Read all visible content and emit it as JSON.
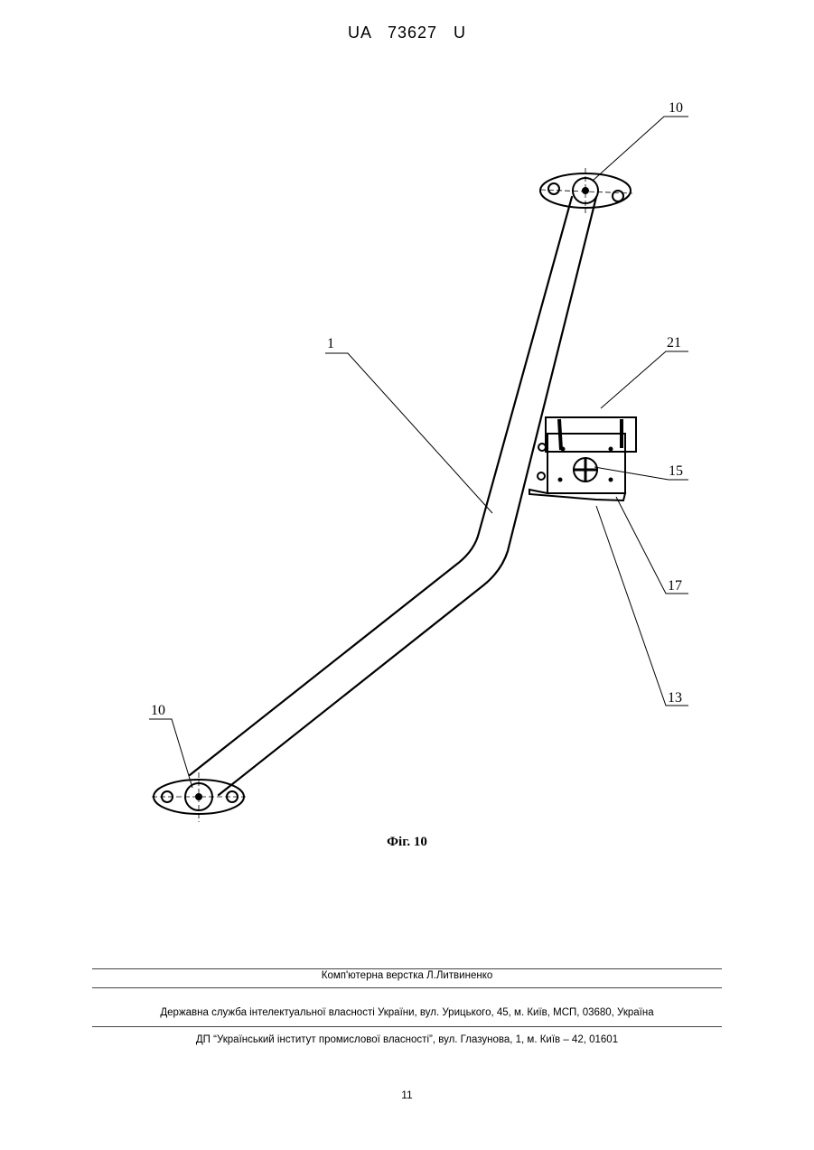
{
  "header": {
    "patent_number": "UA   73627   U"
  },
  "figure": {
    "caption": "Фіг. 10",
    "labels": {
      "pivot_top": "10",
      "pivot_bottom": "10",
      "arm": "1",
      "bracket": "21",
      "screw": "15",
      "plate": "17",
      "mount": "13"
    }
  },
  "footer": {
    "typesetting": "Комп'ютерна верстка Л.Литвиненко",
    "office": "Державна служба інтелектуальної власності України, вул. Урицького, 45, м. Київ, МСП, 03680, Україна",
    "institute": "ДП “Український інститут промислової власності”, вул. Глазунова, 1, м. Київ – 42, 01601",
    "page_number": "11"
  }
}
